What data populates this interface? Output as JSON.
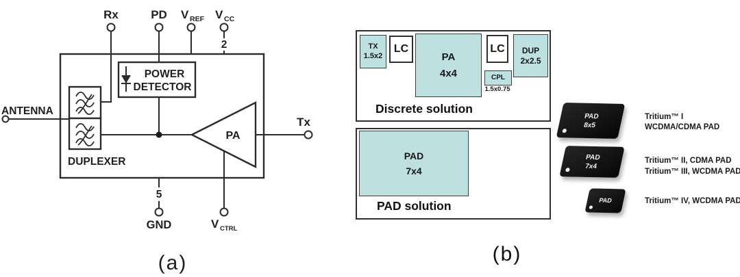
{
  "figure": {
    "caption_a": "(a)",
    "caption_b": "(b)"
  },
  "diagram_a": {
    "pins": {
      "rx": "Rx",
      "pd": "PD",
      "vref_main": "V",
      "vref_sub": "REF",
      "vcc_main": "V",
      "vcc_sub": "CC",
      "pin2": "2",
      "antenna": "ANTENNA",
      "tx": "Tx",
      "pin5": "5",
      "gnd": "GND",
      "vctrl_main": "V",
      "vctrl_sub": "CTRL"
    },
    "blocks": {
      "power_detector_line1": "POWER",
      "power_detector_line2": "DETECTOR",
      "duplexer_label": "DUPLEXER",
      "pa_label": "PA"
    }
  },
  "diagram_b": {
    "discrete": {
      "label": "Discrete solution",
      "tx_name": "TX",
      "tx_size": "1.5x2",
      "lc1": "LC",
      "pa_name": "PA",
      "pa_size": "4x4",
      "lc2": "LC",
      "cpl_name": "CPL",
      "cpl_size": "1.5x0.75",
      "dup_name": "DUP",
      "dup_size": "2x2.5"
    },
    "pad": {
      "label": "PAD solution",
      "pad_name": "PAD",
      "pad_size": "7x4"
    },
    "chips": [
      {
        "line1": "PAD",
        "line2": "8x5",
        "desc1": "Tritium™ I",
        "desc2": "WCDMA/CDMA PAD"
      },
      {
        "line1": "PAD",
        "line2": "7x4",
        "desc1": "Tritium™ II, CDMA PAD",
        "desc2": "Tritium™ III, WCDMA PAD"
      },
      {
        "line1": "PAD",
        "desc1": "Tritium™ IV, WCDMA PAD"
      }
    ],
    "colors": {
      "component_fill": "#bde0e0",
      "chip_black": "#161616"
    }
  }
}
